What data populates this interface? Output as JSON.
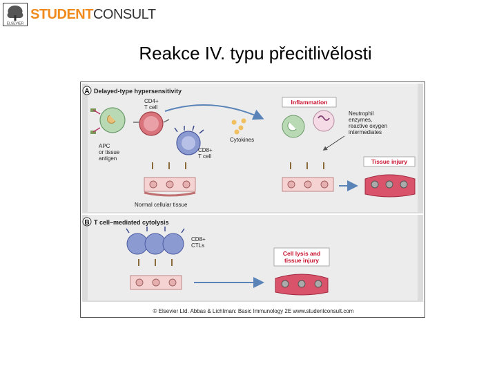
{
  "brand": {
    "publisher": "ELSEVIER",
    "student": "STUDENT",
    "consult": "CONSULT"
  },
  "slide": {
    "title": "Reakce IV. typu přecitlivělosti"
  },
  "figure": {
    "panel_a": {
      "letter": "A",
      "heading": "Delayed-type hypersensitivity",
      "cd4_line1": "CD4+",
      "cd4_line2": "T cell",
      "apc_line1": "APC",
      "apc_line2": "or tissue",
      "apc_line3": "antigen",
      "cd8_line1": "CD8+",
      "cd8_line2": "T cell",
      "cytokines": "Cytokines",
      "inflammation": "Inflammation",
      "neutrophil_line1": "Neutrophil",
      "neutrophil_line2": "enzymes,",
      "neutrophil_line3": "reactive oxygen",
      "neutrophil_line4": "intermediates",
      "tissue_injury": "Tissue injury",
      "normal_tissue": "Normal cellular tissue"
    },
    "panel_b": {
      "letter": "B",
      "heading": "T cell–mediated cytolysis",
      "ctl_line1": "CD8+",
      "ctl_line2": "CTLs",
      "lysis_line1": "Cell lysis and",
      "lysis_line2": "tissue injury"
    },
    "copyright": "© Elsevier Ltd. Abbas & Lichtman: Basic Immunology 2E www.studentconsult.com",
    "colors": {
      "label_red": "#c8102e",
      "panel_gray": "#dcdcdc",
      "tissue_pink": "#f6d3d3",
      "tcell_pink": "#d9737c",
      "cd8_blue": "#8c9ad2",
      "apc_green": "#b9d9b4",
      "injured_tissue": "#d9536a"
    }
  }
}
